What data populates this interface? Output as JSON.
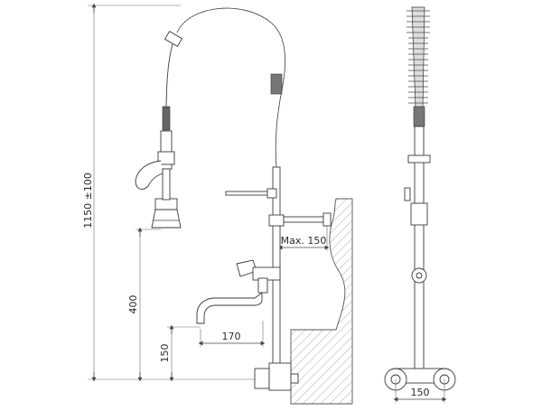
{
  "dimensions": {
    "total_height": "1150 ±100",
    "spray_height": "400",
    "spout_height": "150",
    "spout_reach": "170",
    "arm_reach": "Max. 150",
    "inlet_spacing": "150"
  }
}
